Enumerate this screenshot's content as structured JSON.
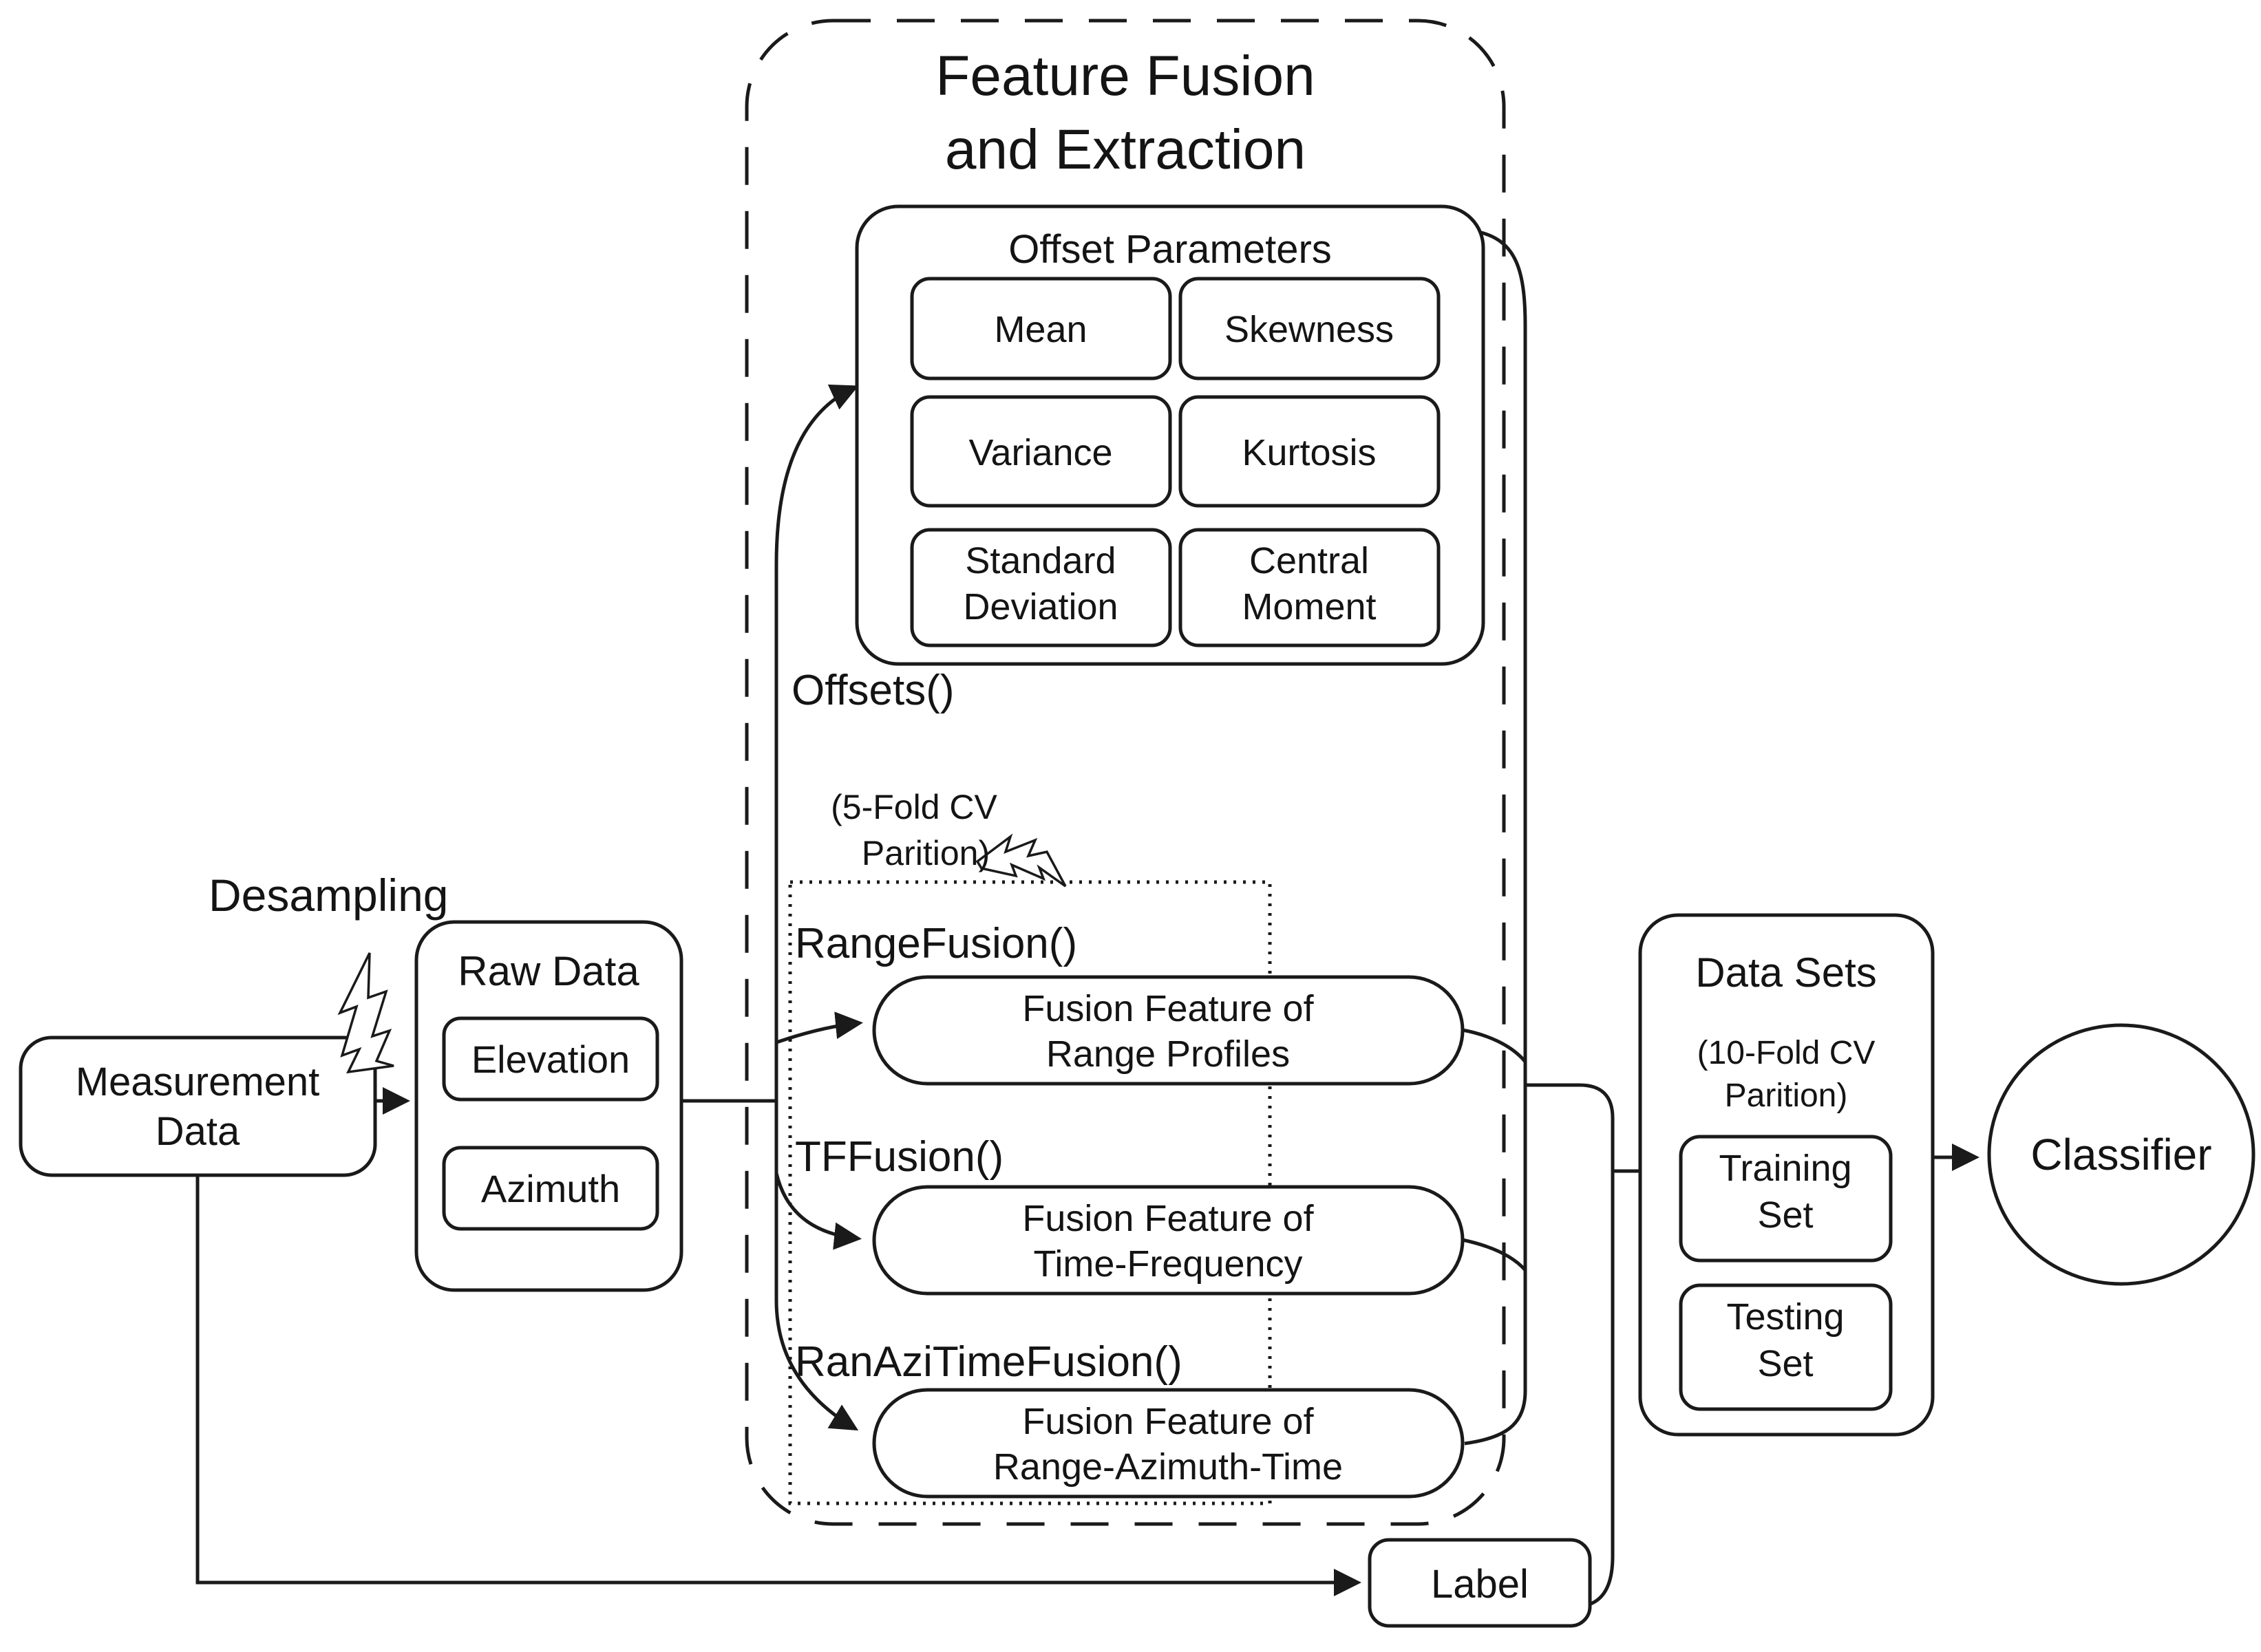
{
  "colors": {
    "ink": "#1a1a1a",
    "background": "#ffffff"
  },
  "diagram": {
    "measurement_data": {
      "line1": "Measurement",
      "line2": "Data"
    },
    "desampling_label": "Desampling",
    "raw_data": {
      "title": "Raw Data",
      "elevation": "Elevation",
      "azimuth": "Azimuth"
    },
    "feature_fusion": {
      "title_line1": "Feature Fusion",
      "title_line2": "and Extraction",
      "offset_parameters": {
        "title": "Offset Parameters",
        "cells": [
          {
            "l1": "Mean"
          },
          {
            "l1": "Skewness"
          },
          {
            "l1": "Variance"
          },
          {
            "l1": "Kurtosis"
          },
          {
            "l1": "Standard",
            "l2": "Deviation"
          },
          {
            "l1": "Central",
            "l2": "Moment"
          }
        ]
      },
      "offsets_call": "Offsets()",
      "five_fold_note": {
        "line1": "(5-Fold CV",
        "line2": "Parition)"
      },
      "functions": {
        "range": "RangeFusion()",
        "tf": "TFFusion()",
        "ranazitime": "RanAziTimeFusion()"
      },
      "fusion_outputs": [
        {
          "l1": "Fusion Feature of",
          "l2": "Range Profiles"
        },
        {
          "l1": "Fusion Feature of",
          "l2": "Time-Frequency"
        },
        {
          "l1": "Fusion Feature of",
          "l2": "Range-Azimuth-Time"
        }
      ]
    },
    "data_sets": {
      "title": "Data Sets",
      "note_line1": "(10-Fold CV",
      "note_line2": "Parition)",
      "training": {
        "l1": "Training",
        "l2": "Set"
      },
      "testing": {
        "l1": "Testing",
        "l2": "Set"
      }
    },
    "classifier": "Classifier",
    "label_box": "Label"
  }
}
